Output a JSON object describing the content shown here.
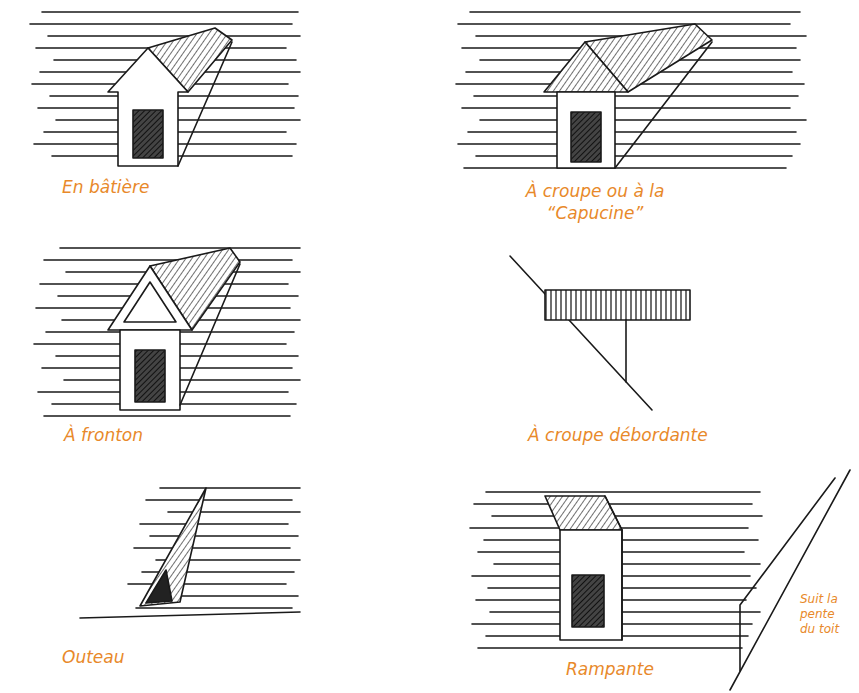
{
  "diagram": {
    "labels": [
      "En bâtière",
      "À croupe ou à la “Capucine”",
      "À fronton",
      "À croupe débordante",
      "Outeau",
      "Rampante",
      "Suit la pente du toit"
    ]
  }
}
